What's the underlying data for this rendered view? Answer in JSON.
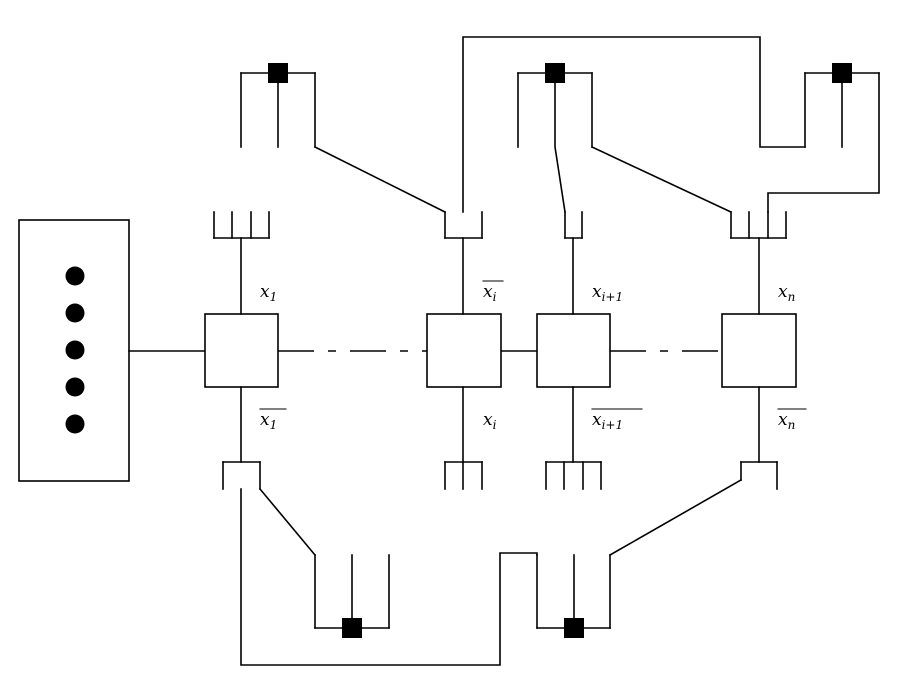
{
  "labels": {
    "x1": {
      "base": "x",
      "sub": "1"
    },
    "xi_bar": {
      "base": "x",
      "sub": "i"
    },
    "xi1": {
      "base": "x",
      "sub": "i+1"
    },
    "xn": {
      "base": "x",
      "sub": "n"
    },
    "x1_bar": {
      "base": "x",
      "sub": "1"
    },
    "xi": {
      "base": "x",
      "sub": "i"
    },
    "xi1_bar": {
      "base": "x",
      "sub": "i+1"
    },
    "xn_bar": {
      "base": "x",
      "sub": "n"
    }
  }
}
